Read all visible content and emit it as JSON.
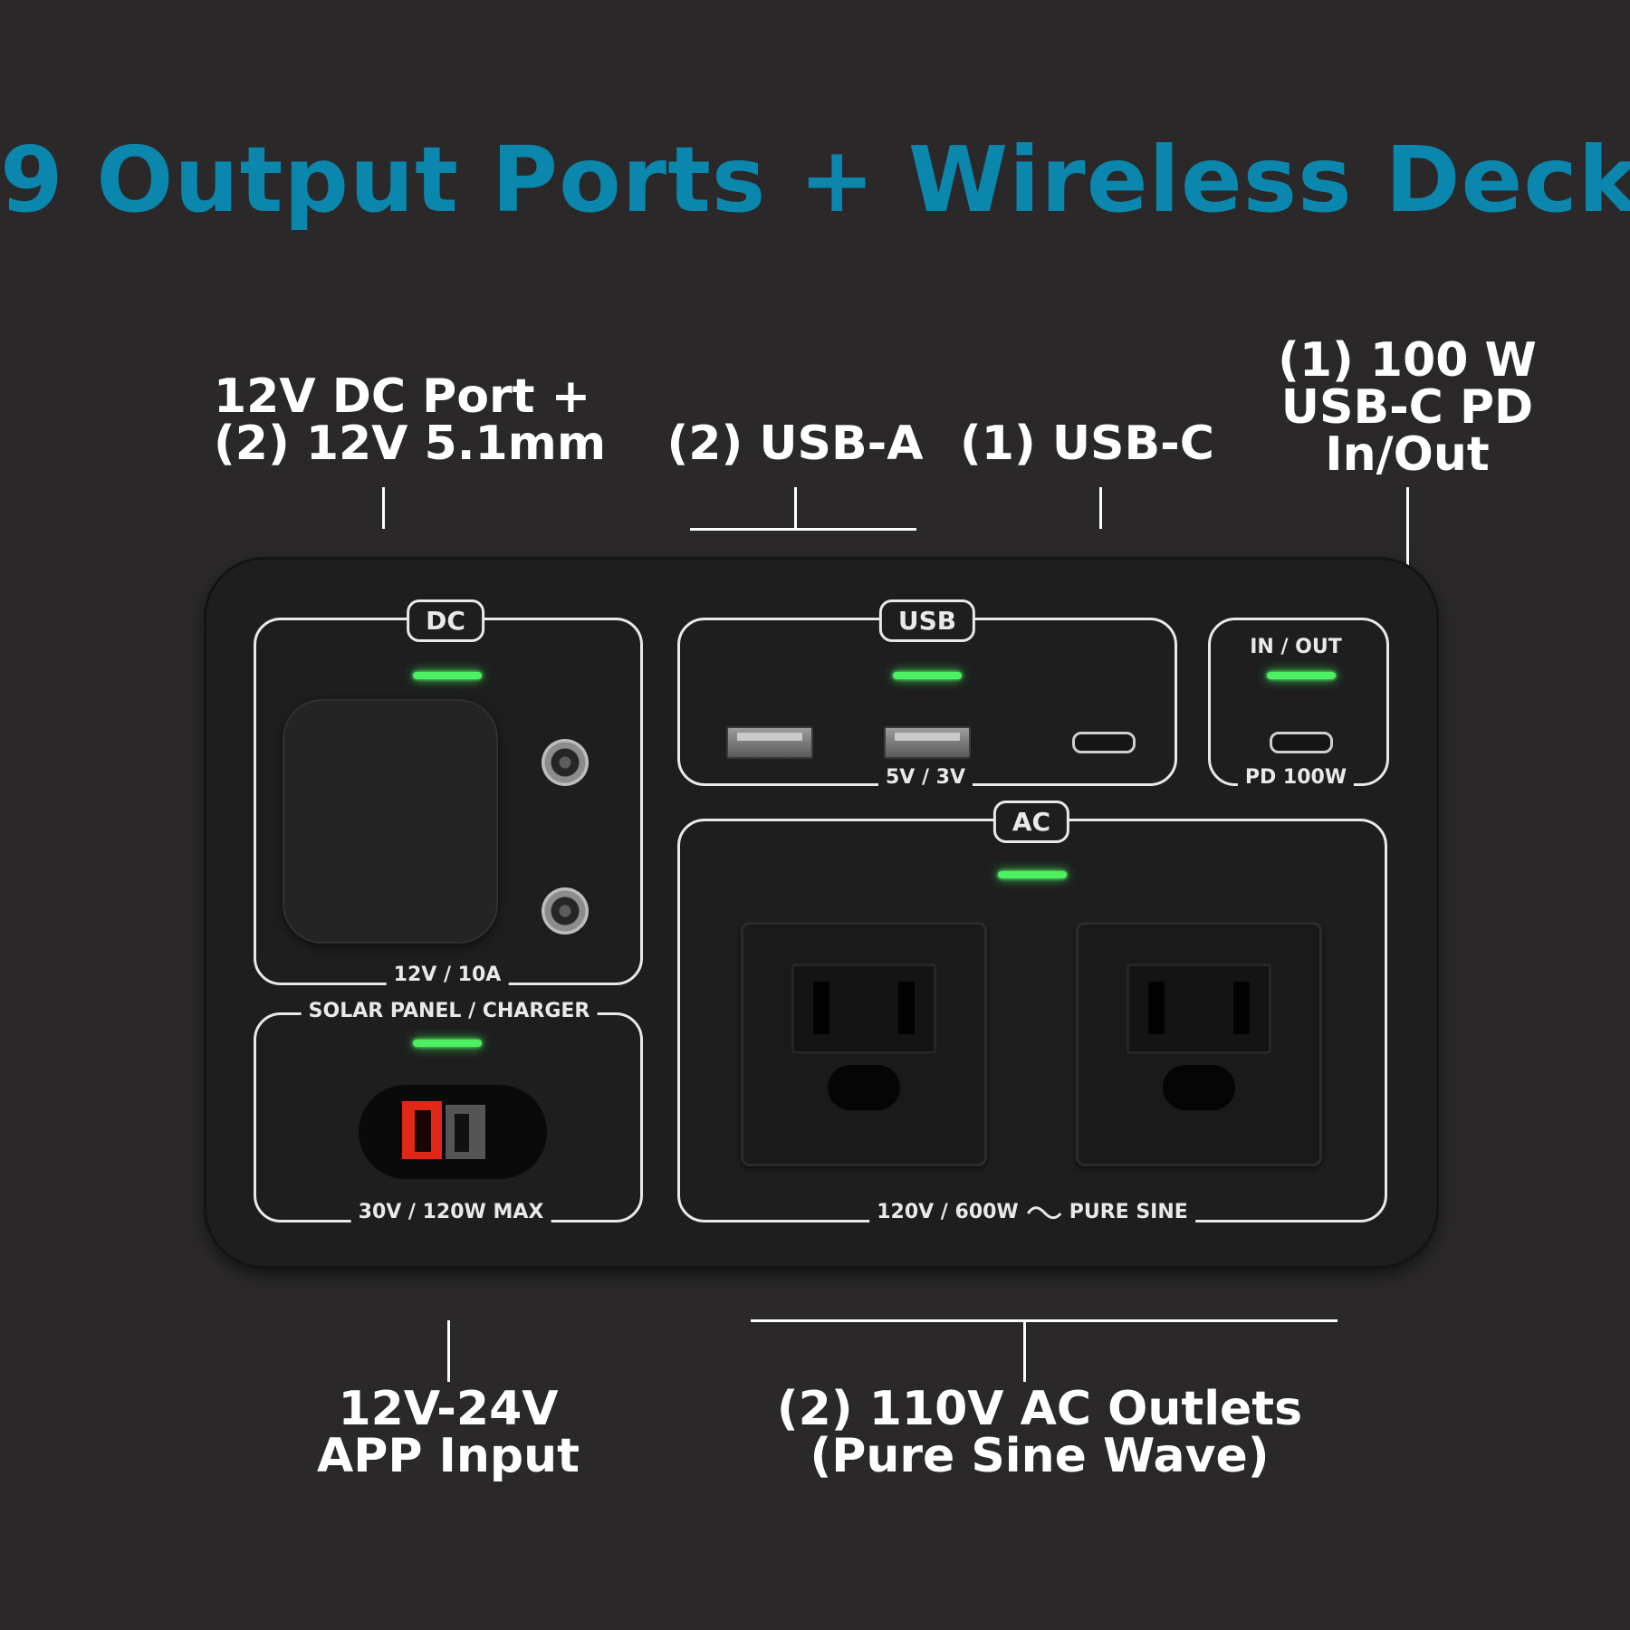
{
  "title": "9 Output Ports + Wireless Deck",
  "colors": {
    "title": "#0b86ad",
    "led": "#4cf060",
    "background": "#2a2829",
    "text": "#ffffff"
  },
  "callouts": {
    "dc": {
      "line1": "12V DC Port +",
      "line2": "(2) 12V 5.1mm"
    },
    "usb_a": {
      "line1": "(2) USB-A"
    },
    "usb_c": {
      "line1": "(1) USB-C"
    },
    "usb_c_pd": {
      "line1": "(1) 100 W",
      "line2": "USB-C PD",
      "line3": "In/Out"
    },
    "app_input": {
      "line1": "12V-24V",
      "line2": "APP Input"
    },
    "ac_outlets": {
      "line1": "(2) 110V AC Outlets",
      "line2": "(Pure Sine Wave)"
    }
  },
  "panel": {
    "dc": {
      "label": "DC",
      "rating": "12V / 10A"
    },
    "usb": {
      "label": "USB",
      "rating": "5V / 3V"
    },
    "in_out": {
      "label": "IN / OUT",
      "rating": "PD 100W"
    },
    "solar": {
      "label": "SOLAR PANEL / CHARGER",
      "rating": "30V / 120W MAX"
    },
    "ac": {
      "label": "AC",
      "rating": "120V / 600W",
      "sine_icon": "sine-wave-icon",
      "sine_label": "PURE SINE"
    }
  }
}
